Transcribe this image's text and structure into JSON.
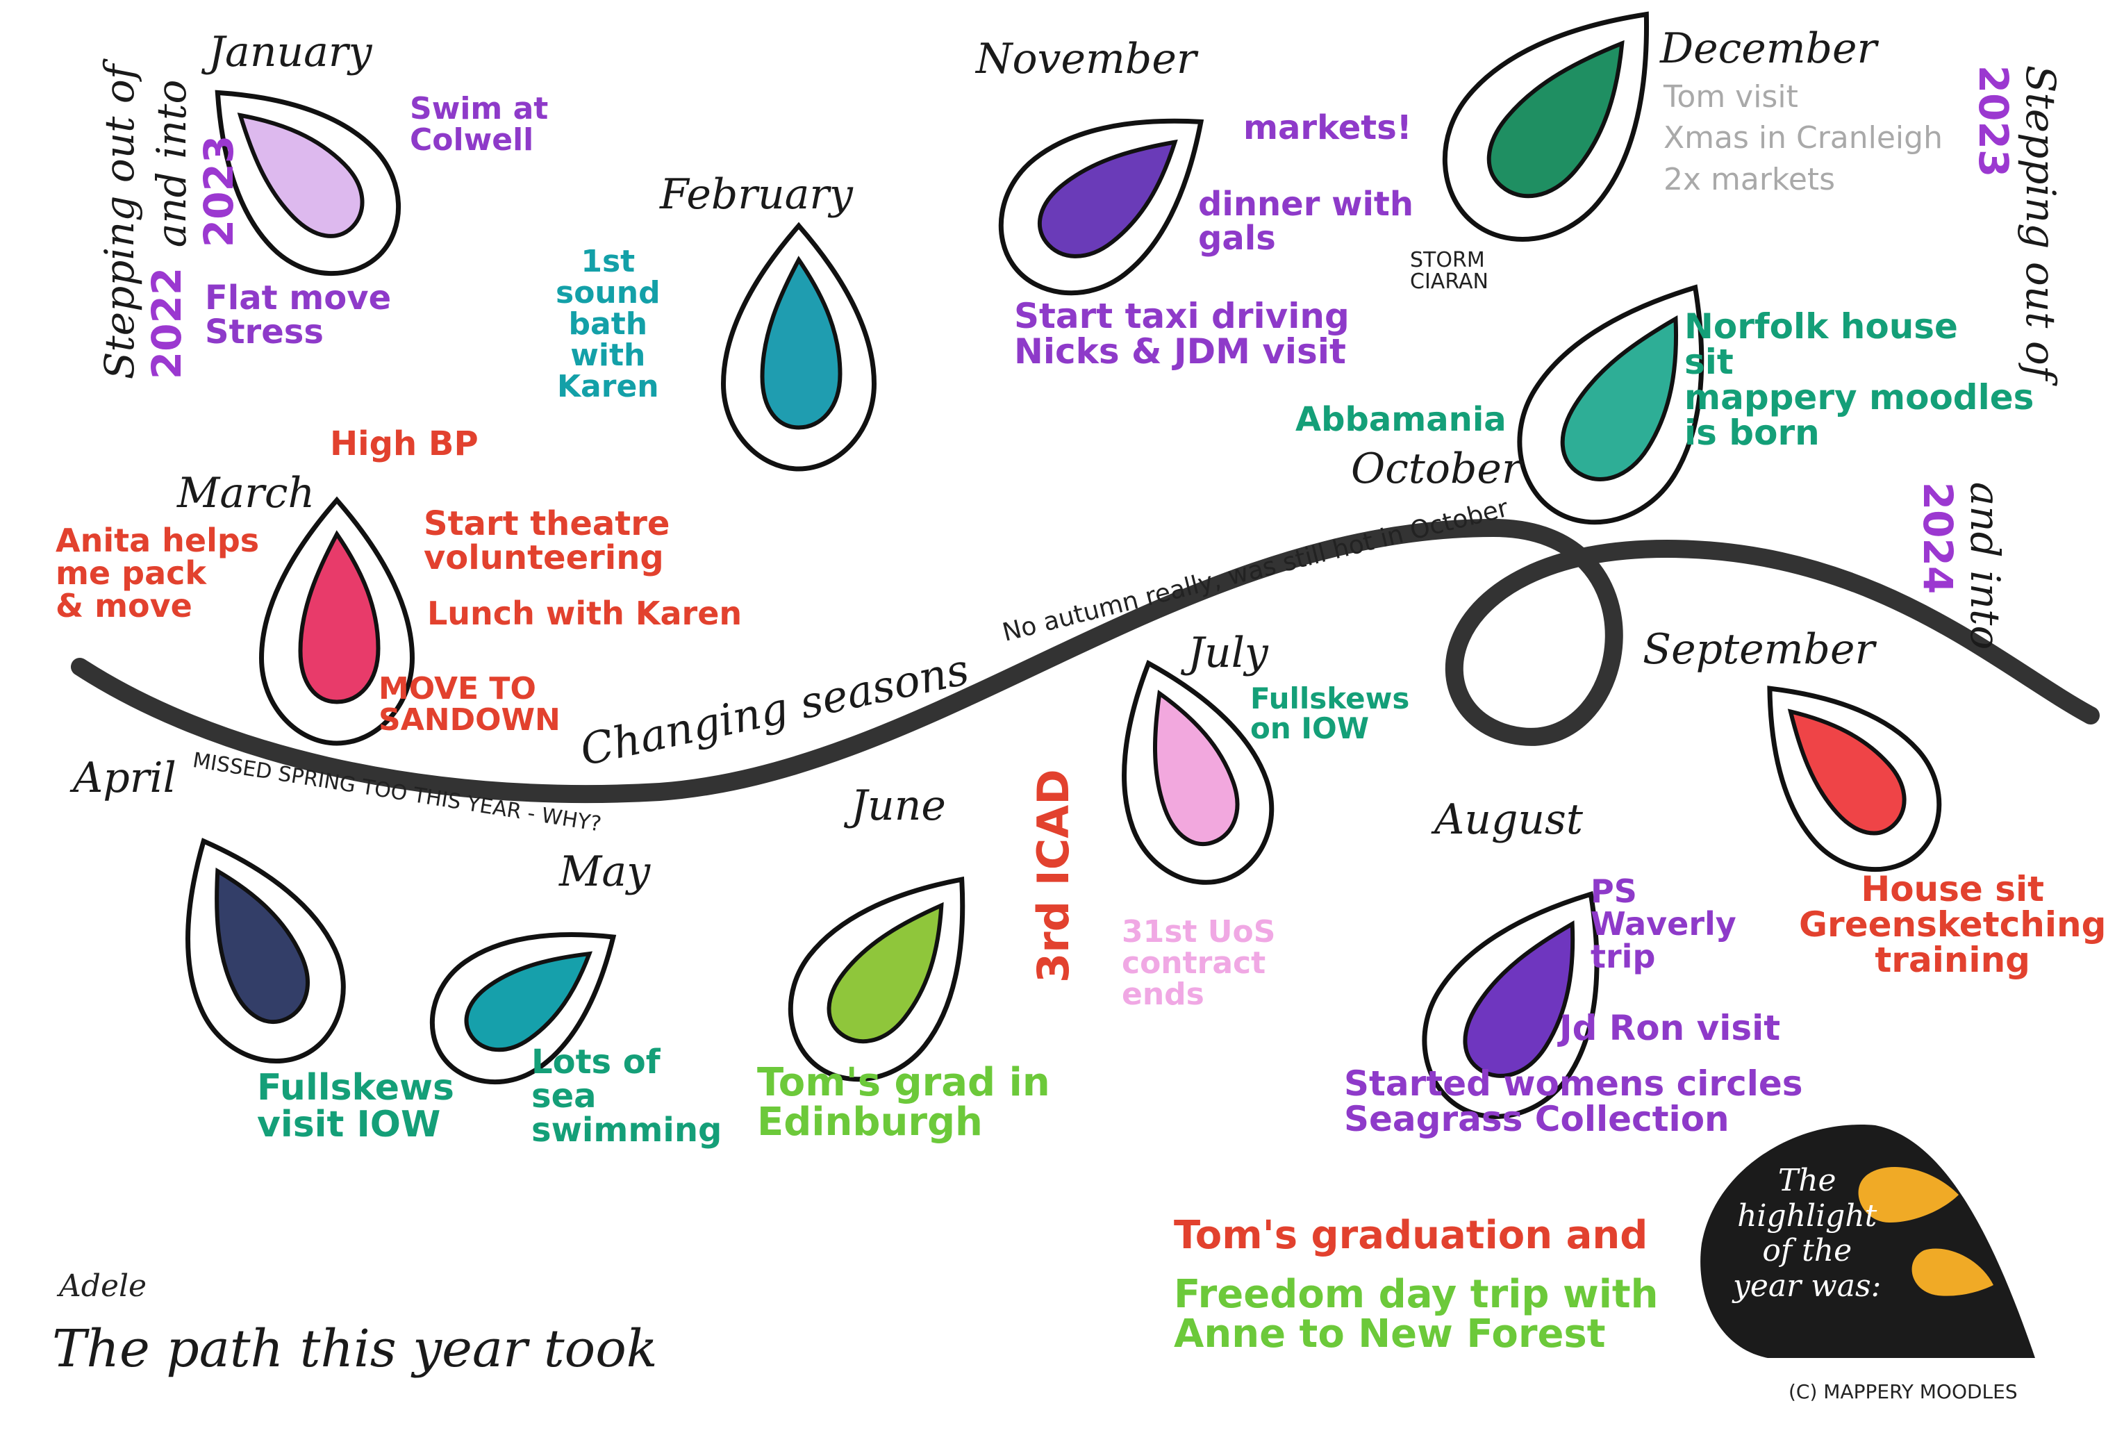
{
  "colors": {
    "path": "#333333",
    "outline": "#111111",
    "purple": "#8e3ac9",
    "teal": "#13a0a8",
    "green_teal": "#149f78",
    "red": "#e2412e",
    "green": "#6cc93a",
    "pink": "#f0a8e4",
    "grey": "#a9a9a9",
    "orange": "#f0aa26"
  },
  "months": {
    "january": "January",
    "february": "February",
    "march": "March",
    "april": "April",
    "may": "May",
    "june": "June",
    "july": "July",
    "august": "August",
    "september": "September",
    "october": "October",
    "november": "November",
    "december": "December"
  },
  "leaf_fills": {
    "january": "#ddb9ee",
    "february": "#1f9db0",
    "march": "#e83b6a",
    "april": "#333e68",
    "may": "#16a0ab",
    "june": "#8fc63b",
    "july": "#f2a8de",
    "august": "#6f36bf",
    "september": "#ef4447",
    "october": "#2eae96",
    "november": "#6a3bb8",
    "december": "#1f8f62"
  },
  "notes": {
    "january_1": "Swim at\nColwell",
    "january_2": "Flat move\nStress",
    "february_1": "1st\nsound\nbath\nwith\nKaren",
    "march_0": "High BP",
    "march_1": "Anita helps\nme pack\n& move",
    "march_2": "Start theatre\nvolunteering",
    "march_3": "Lunch with Karen",
    "march_4": "MOVE TO\nSANDOWN",
    "april_note": "MISSED SPRING TOO THIS YEAR - WHY?",
    "april_1": "Fullskews\nvisit IOW",
    "may_1": "Lots of\nsea\nswimming",
    "june_1": "Tom's grad in\nEdinburgh",
    "june_2": "3rd ICAD",
    "july_1": "Fullskews\non IOW",
    "july_2": "31st UoS\ncontract\nends",
    "august_1": "PS\nWaverly\ntrip",
    "august_2": "Jd Ron visit",
    "august_3": "Started womens circles\nSeagrass Collection",
    "september_1": "House sit\nGreensketching\ntraining",
    "october_1": "Abbamania",
    "october_2": "Norfolk house\nsit\nmappery moodles\nis born",
    "october_storm": "STORM\nCIARAN",
    "october_note": "No autumn really, was still hot in October",
    "november_1": "markets!",
    "november_2": "dinner with\ngals",
    "november_3": "Start taxi driving\nNicks & JDM visit",
    "december_1": "Tom visit\nXmas in Cranleigh\n2x markets"
  },
  "labels": {
    "changing_seasons": "Changing seasons",
    "path_title": "The path this year took",
    "signature": "Adele",
    "left_side": "Stepping out of",
    "left_year1": "2022",
    "left_and": "and into",
    "left_year2": "2023",
    "right_side": "Stepping out of",
    "right_year1": "2023",
    "right_and": "and into",
    "right_year2": "2024",
    "highlight_box": "The\nhighlight\nof the\nyear was:",
    "highlight_1": "Tom's graduation and",
    "highlight_2": "Freedom day trip with\nAnne to New Forest",
    "copyright": "(C) MAPPERY MOODLES"
  }
}
